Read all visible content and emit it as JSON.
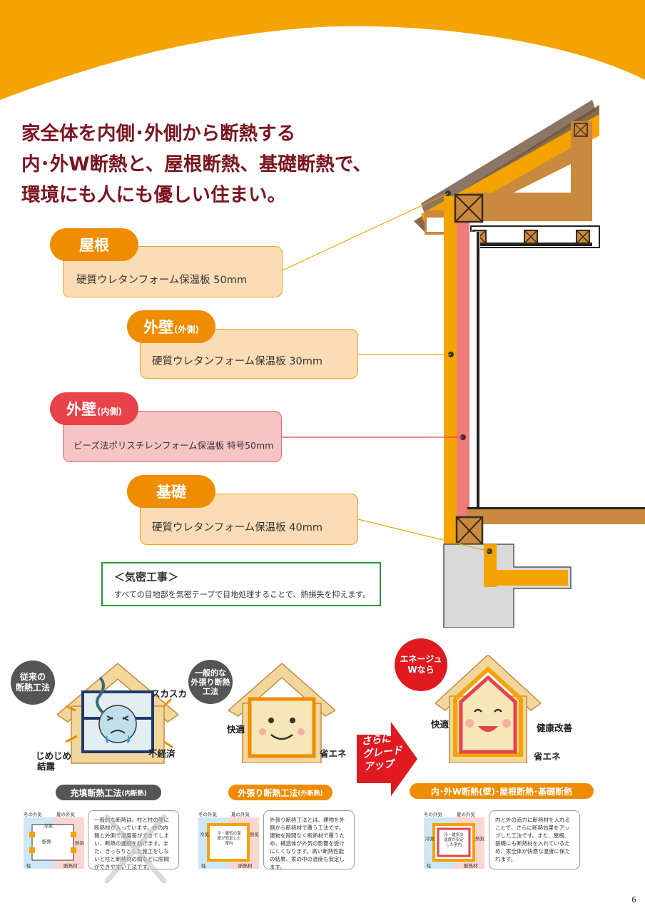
{
  "headline": {
    "line1": "家全体を内側･外側から断熱する",
    "line2": "内･外W断熱と、屋根断熱、基礎断熱で、",
    "line3": "環境にも人にも優しい住まい。"
  },
  "specs": {
    "roof": {
      "label": "屋根",
      "material": "硬質ウレタンフォーム保温板 50mm"
    },
    "wall_outer": {
      "label": "外壁",
      "sub": "(外側)",
      "material": "硬質ウレタンフォーム保温板 30mm"
    },
    "wall_inner": {
      "label": "外壁",
      "sub": "(内側)",
      "material": "ビーズ法ポリスチレンフォーム保温板 特号50mm"
    },
    "foundation": {
      "label": "基礎",
      "material": "硬質ウレタンフォーム保温板 40mm"
    }
  },
  "airtight": {
    "title": "＜気密工事＞",
    "desc": "すべての目地部を気密テープで目地処理することで、熱損失を抑えます。"
  },
  "compare": {
    "house1": {
      "bubble_l1": "従来の",
      "bubble_l2": "断熱工法",
      "tag1": "スカスカ",
      "tag2": "不経済",
      "tag3a": "じめじめ",
      "tag3b": "結露",
      "method": "充填断熱工法",
      "method_sub": "(内断熱)",
      "note": "一般的な断熱は、柱と柱の間に断熱材が入っています。柱の内側と外側で温度差ができてしまい、断熱の連続を妨げます。また、きっちりとした施工をしないと柱と断熱材の間などに隙間ができやすい工法です。",
      "mini": {
        "winter": "冬の外気",
        "summer": "夏の外気",
        "cold": "冷気",
        "heat": "熱気",
        "insulation": "断熱材",
        "pillar": "柱",
        "gap": "断熱"
      }
    },
    "house2": {
      "bubble_l1": "一般的な",
      "bubble_l2": "外張り断熱",
      "bubble_l3": "工法",
      "tag1": "快適",
      "tag2": "省エネ",
      "method": "外張り断熱工法",
      "method_sub": "(外断熱)",
      "note": "外張り断熱工法とは、建物を外側から断熱材で覆う工法です。建物を隙間なく断熱材で覆うため、構造体が外気の影響を受けにくくなります。高い断熱性能の結果、家の中の温度も安定します。",
      "mini": {
        "winter": "冬の外気",
        "summer": "夏の外気",
        "cold": "冷気",
        "heat": "熱気",
        "insulation": "断熱材",
        "pillar": "柱",
        "center": "冷・暖気の温度が安定した室内"
      }
    },
    "arrow": {
      "l1": "さらに",
      "l2": "グレード",
      "l3": "アップ"
    },
    "house3": {
      "bubble_l1": "エネージュ",
      "bubble_l2": "Wなら",
      "tag1": "快適",
      "tag2": "健康改善",
      "tag3": "省エネ",
      "method": "内･外W断熱(壁)･屋根断熱･基礎断熱",
      "note": "内と外の両方に断熱材を入れることで、さらに断熱効果をアップした工法です。また、屋根、基礎にも断熱材を入れているため、家全体が快適な温度に保たれます。",
      "mini": {
        "winter": "冬の外気",
        "summer": "夏の外気",
        "cold": "冷気",
        "heat": "熱気",
        "insulation": "断熱材",
        "pillar": "柱",
        "center": "冷・暖気の温度が安定した室内"
      }
    }
  },
  "page_number": "6",
  "colors": {
    "orange": "#f5a300",
    "brown": "#7a1520",
    "pill_orange": "#f08c00",
    "pill_red": "#e8424a",
    "green": "#239a3a",
    "wood": "#c9893f"
  }
}
